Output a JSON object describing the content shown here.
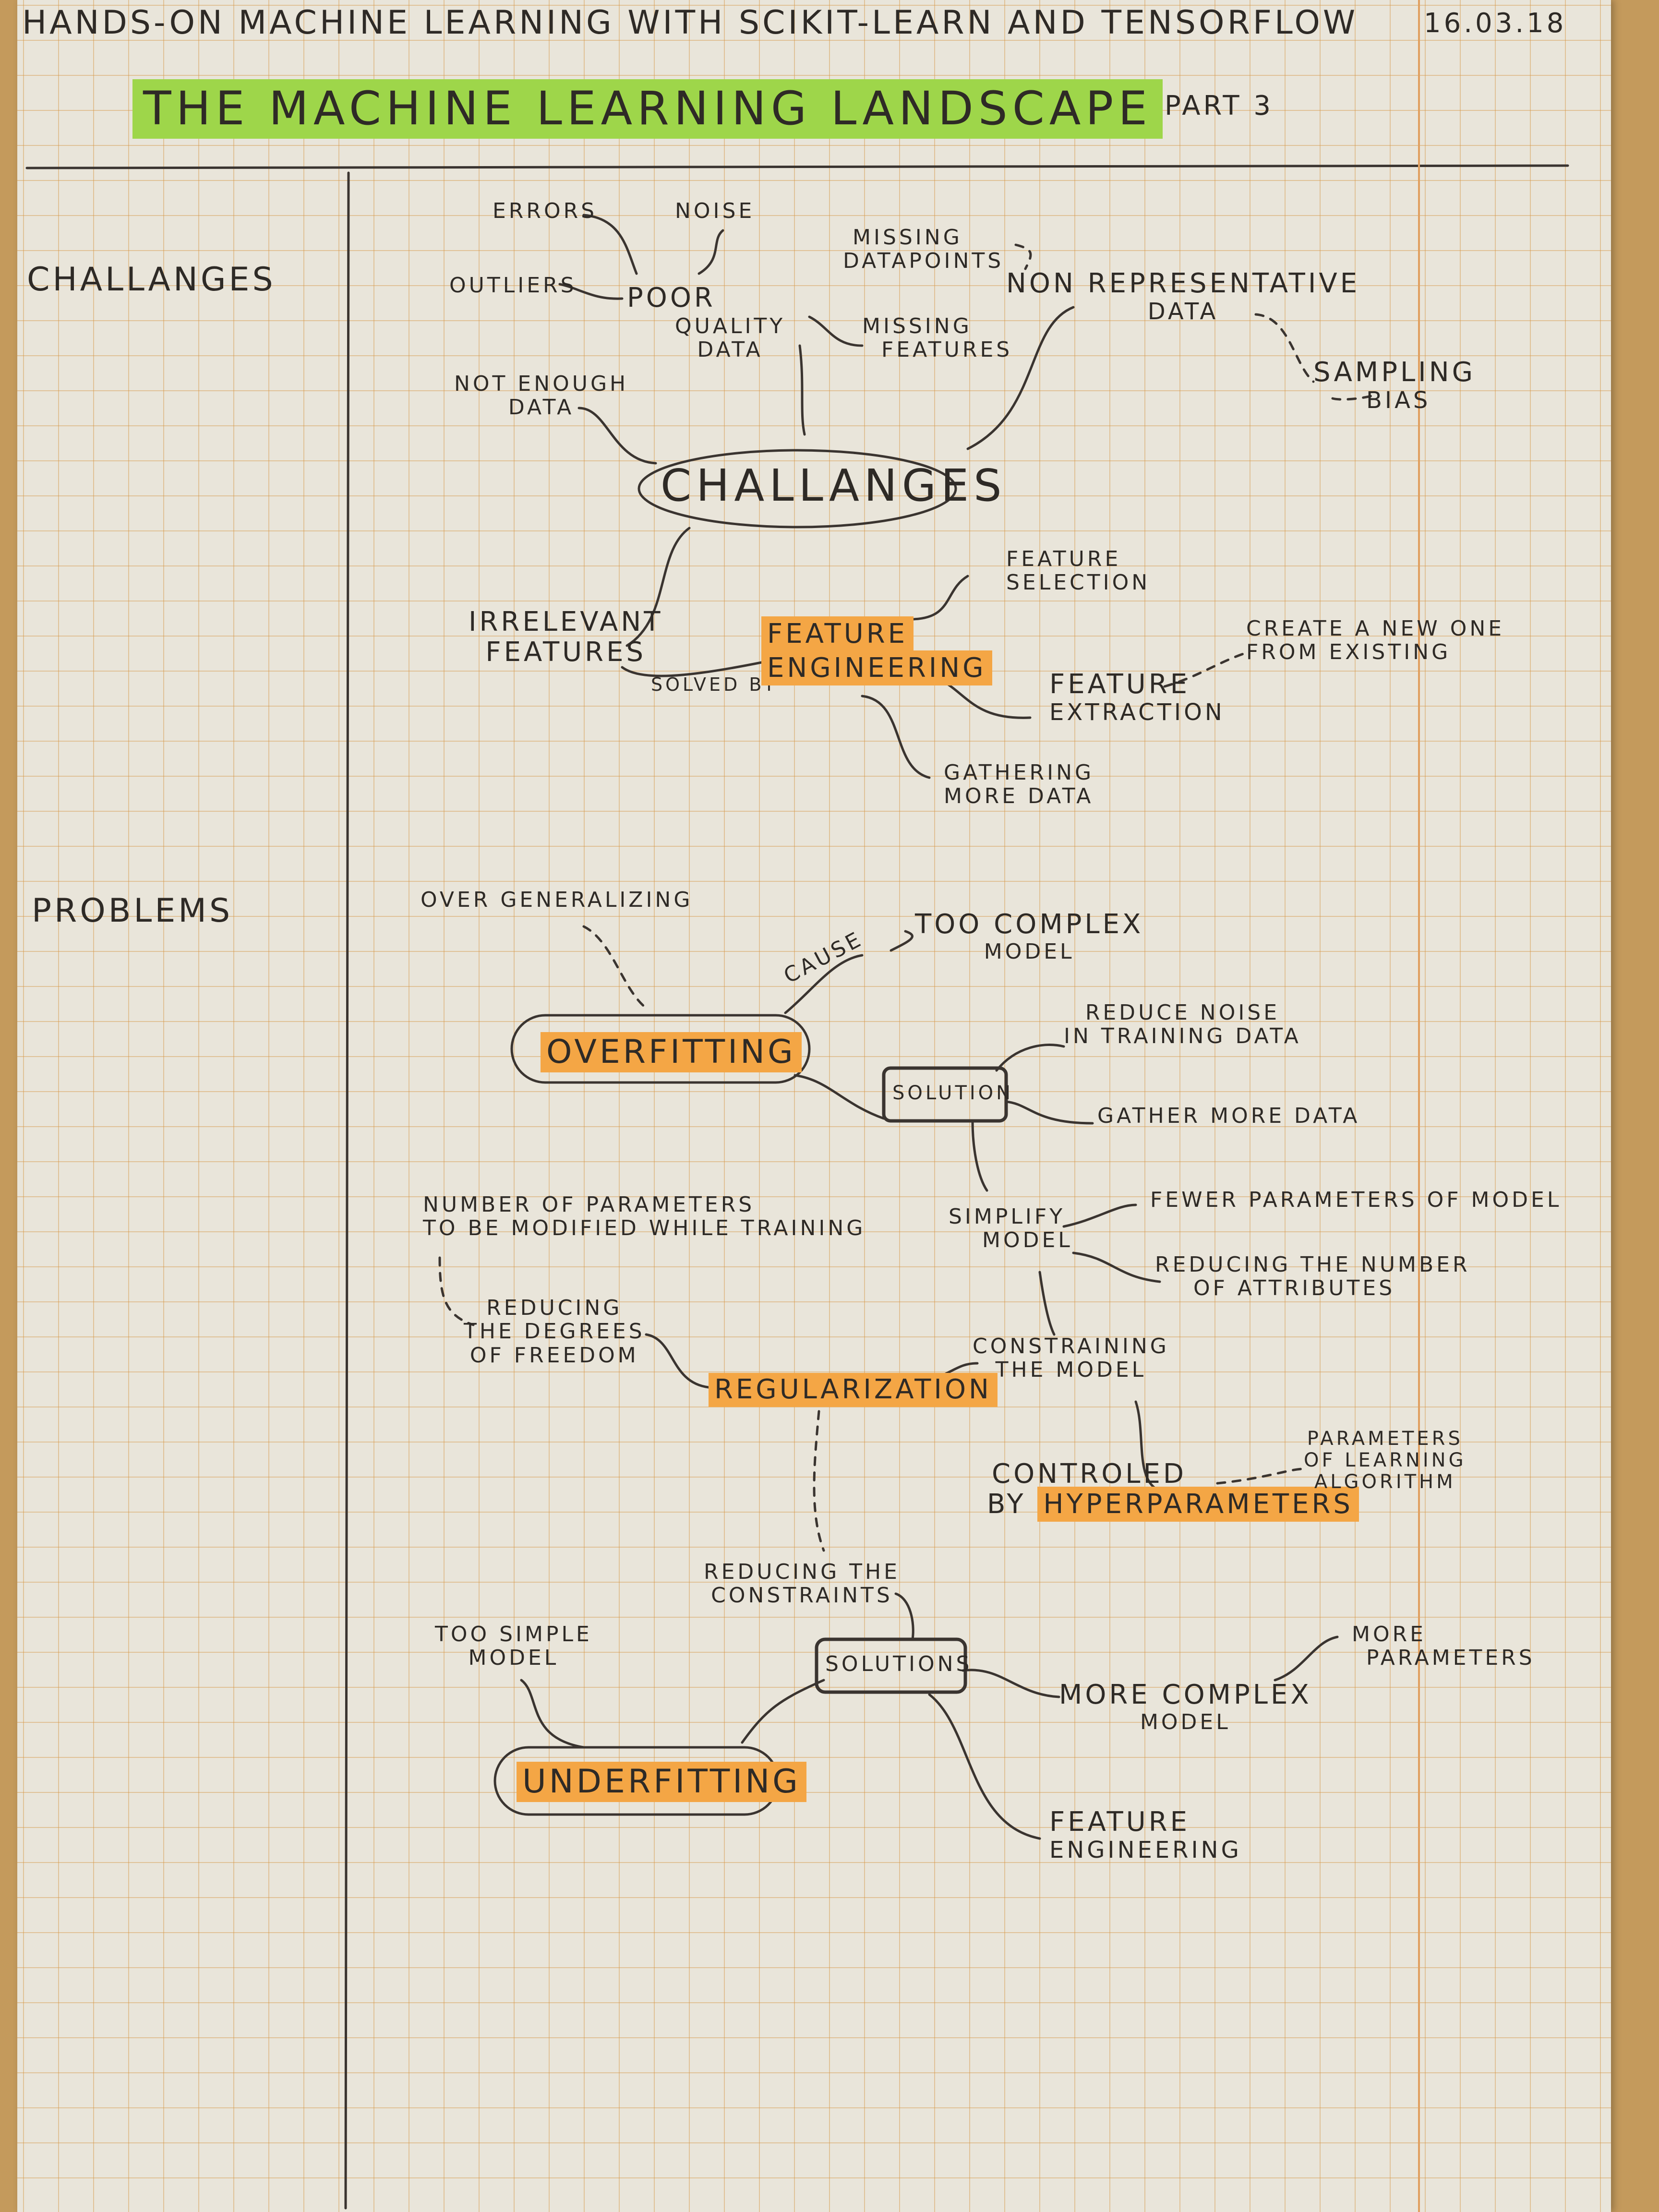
{
  "header": {
    "book_title": "HANDS-ON MACHINE LEARNING  WITH SCIKIT-LEARN  AND TENSORFLOW",
    "date": "16.03.18",
    "chapter_title": "THE MACHINE LEARNING LANDSCAPE",
    "part": "PART 3"
  },
  "sections": {
    "challenges": "CHALLANGES",
    "problems": "PROBLEMS"
  },
  "challenges_map": {
    "center": "CHALLANGES",
    "errors": "ERRORS",
    "noise": "NOISE",
    "outliers": "OUTLIERS",
    "poor_quality_data": [
      "POOR",
      "QUALITY",
      "DATA"
    ],
    "missing_data_points": [
      "MISSING",
      "DATAPOINTS"
    ],
    "missing_features": [
      "MISSING",
      "FEATURES"
    ],
    "non_representative_data": [
      "NON REPRESENTATIVE",
      "DATA"
    ],
    "sampling_bias": [
      "SAMPLING",
      "BIAS"
    ],
    "not_enough_data": [
      "NOT ENOUGH",
      "DATA"
    ],
    "irrelevant_features": [
      "IRRELEVANT",
      "FEATURES"
    ],
    "solved_by": "SOLVED BY",
    "feature_engineering": [
      "FEATURE",
      "ENGINEERING"
    ],
    "feature_selection": [
      "FEATURE",
      "SELECTION"
    ],
    "feature_extraction": [
      "FEATURE",
      "EXTRACTION"
    ],
    "create_new_one": [
      "CREATE A NEW ONE",
      "FROM EXISTING"
    ],
    "gathering_more_data": [
      "GATHERING",
      "MORE DATA"
    ]
  },
  "problems_map": {
    "over_generalizing": "OVER GENERALIZING",
    "overfitting": "OVERFITTING",
    "cause": "CAUSE",
    "too_complex_model": [
      "TOO COMPLEX",
      "MODEL"
    ],
    "solution": "SOLUTION",
    "reduce_noise": [
      "REDUCE NOISE",
      "IN TRAINING DATA"
    ],
    "gather_more_data": "GATHER MORE DATA",
    "simplify_model": [
      "SIMPLIFY",
      "MODEL"
    ],
    "fewer_parameters": "FEWER PARAMETERS OF MODEL",
    "reducing_attributes": [
      "REDUCING THE NUMBER",
      "OF ATTRIBUTES"
    ],
    "number_of_parameters": [
      "NUMBER OF PARAMETERS",
      "TO BE MODIFIED WHILE TRAINING"
    ],
    "reducing_degrees": [
      "REDUCING",
      "THE DEGREES",
      "OF FREEDOM"
    ],
    "regularization": "REGULARIZATION",
    "constraining_model": [
      "CONSTRAINING",
      "THE MODEL"
    ],
    "controlled_by": "CONTROLED",
    "hyperparameters_by": "BY",
    "hyperparameters": "HYPERPARAMETERS",
    "parameters_of_learning": [
      "PARAMETERS",
      "OF LEARNING",
      "ALGORITHM"
    ],
    "reducing_constraints": [
      "REDUCING THE",
      "CONSTRAINTS"
    ],
    "too_simple_model": [
      "TOO SIMPLE",
      "MODEL"
    ],
    "solutions": "SOLUTIONS",
    "underfitting": "UNDERFITTING",
    "more_complex_model": [
      "MORE COMPLEX",
      "MODEL"
    ],
    "more_parameters": [
      "MORE",
      "PARAMETERS"
    ],
    "feature_engineering_2": [
      "FEATURE",
      "ENGINEERING"
    ]
  },
  "colors": {
    "ink": "#2e2a26",
    "highlight_orange": "#f4a645",
    "highlight_green": "#9ed64a",
    "grid": "#d6964a",
    "paper": "#e9e5da"
  }
}
